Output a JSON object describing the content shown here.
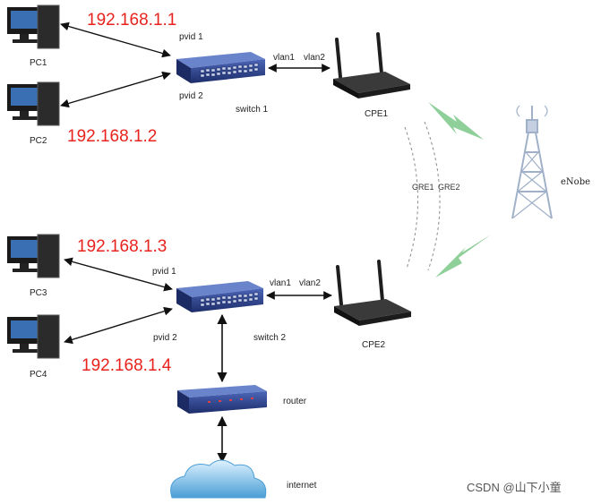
{
  "pcs": [
    {
      "name": "PC1",
      "ip": "192.168.1.1"
    },
    {
      "name": "PC2",
      "ip": "192.168.1.2"
    },
    {
      "name": "PC3",
      "ip": "192.168.1.3"
    },
    {
      "name": "PC4",
      "ip": "192.168.1.4"
    }
  ],
  "switches": [
    {
      "name": "switch 1",
      "port_a": "pvid 1",
      "port_b": "pvid 2",
      "vlan_a": "vlan1",
      "vlan_b": "vlan2"
    },
    {
      "name": "switch 2",
      "port_a": "pvid 1",
      "port_b": "pvid 2",
      "vlan_a": "vlan1",
      "vlan_b": "vlan2"
    }
  ],
  "cpes": [
    "CPE1",
    "CPE2"
  ],
  "tunnels": {
    "gre1": "GRE1",
    "gre2": "GRE2"
  },
  "enobe": "eNobe",
  "router": "router",
  "internet": "internet",
  "watermark": "CSDN @山下小童",
  "colors": {
    "ip_text": "#e8231d",
    "lightning": "#8fcf9a",
    "switch_body": "#2a3f8a",
    "tower": "#9fb0c8",
    "cloud": "#4a9ed6"
  }
}
